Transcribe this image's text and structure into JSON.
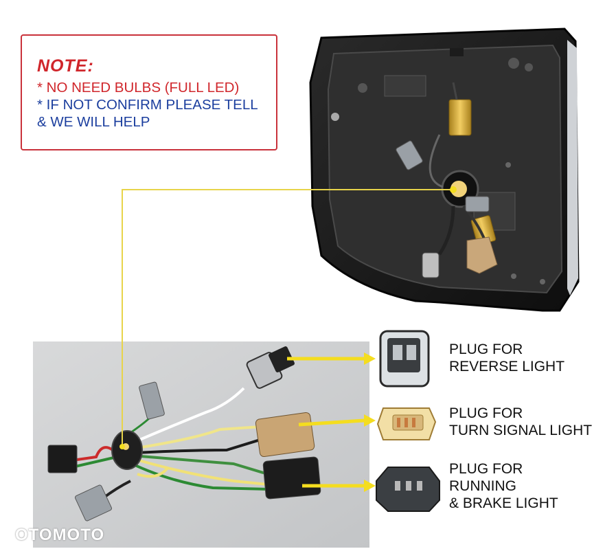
{
  "note": {
    "title": "NOTE:",
    "lines": [
      "* NO NEED BULBS (FULL LED)",
      "* IF NOT CONFIRM PLEASE TELL",
      "& WE WILL HELP"
    ]
  },
  "plugs": [
    {
      "line1": "PLUG FOR",
      "line2": "REVERSE LIGHT",
      "icon": "reverse-plug-icon"
    },
    {
      "line1": "PLUG FOR",
      "line2": "TURN SIGNAL LIGHT",
      "icon": "turn-signal-plug-icon"
    },
    {
      "line1": "PLUG FOR",
      "line2": "RUNNING",
      "line3": "& BRAKE LIGHT",
      "icon": "running-brake-plug-icon"
    }
  ],
  "watermark": "OTOMOTO",
  "colors": {
    "note_red": "#d0262b",
    "note_blue": "#1b3e9e",
    "arrow_yellow": "#f4dd1f",
    "leader_yellow": "#e8d44a"
  }
}
